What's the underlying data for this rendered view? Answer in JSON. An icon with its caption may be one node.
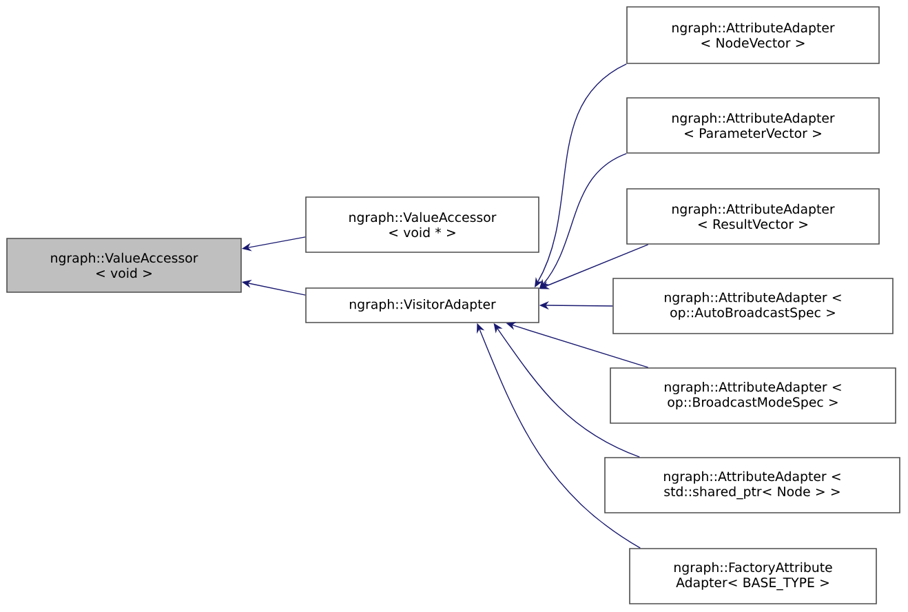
{
  "diagram": {
    "nodes": [
      {
        "text": [
          "ngraph::ValueAccessor < void >"
        ]
      },
      {
        "text": [
          "ngraph::ValueAccessor < void * >"
        ]
      },
      {
        "text": [
          "ngraph::VisitorAdapter"
        ]
      },
      {
        "text": [
          "ngraph::AttributeAdapter < NodeVector >"
        ]
      },
      {
        "text": [
          "ngraph::AttributeAdapter < ParameterVector >"
        ]
      },
      {
        "text": [
          "ngraph::AttributeAdapter < ResultVector >"
        ]
      },
      {
        "text": [
          "ngraph::AttributeAdapter < op::AutoBroadcastSpec >"
        ]
      },
      {
        "text": [
          "ngraph::AttributeAdapter < op::BroadcastModeSpec >"
        ]
      },
      {
        "text": [
          "ngraph::AttributeAdapter < std::shared_ptr< Node > >"
        ]
      },
      {
        "text": [
          "ngraph::FactoryAttribute Adapter< BASE_TYPE >"
        ]
      }
    ],
    "edges": [
      {
        "from": 1,
        "to": 0,
        "arrow": "to"
      },
      {
        "from": 2,
        "to": 0,
        "arrow": "to"
      },
      {
        "from": 3,
        "to": 2,
        "arrow": "to"
      },
      {
        "from": 4,
        "to": 2,
        "arrow": "to"
      },
      {
        "from": 5,
        "to": 2,
        "arrow": "to"
      },
      {
        "from": 6,
        "to": 2,
        "arrow": "to"
      },
      {
        "from": 7,
        "to": 2,
        "arrow": "to"
      },
      {
        "from": 8,
        "to": 2,
        "arrow": "to"
      },
      {
        "from": 9,
        "to": 2,
        "arrow": "to"
      }
    ]
  }
}
